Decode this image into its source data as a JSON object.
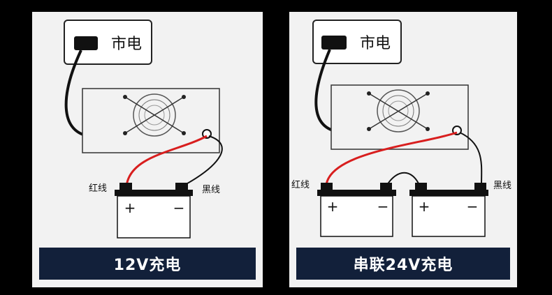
{
  "left_panel": {
    "mains_label": "市电",
    "red_wire_label": "红线",
    "black_wire_label": "黑线",
    "plus": "+",
    "minus": "−",
    "caption": "12V充电"
  },
  "right_panel": {
    "mains_label": "市电",
    "red_wire_label": "红线",
    "black_wire_label": "黑线",
    "plus": "+",
    "minus": "−",
    "caption": "串联24V充电"
  },
  "colors": {
    "background": "#000000",
    "panel": "#f2f2f2",
    "caption_bar": "#12203a",
    "red_wire": "#d81e1e",
    "black_wire": "#111111"
  }
}
